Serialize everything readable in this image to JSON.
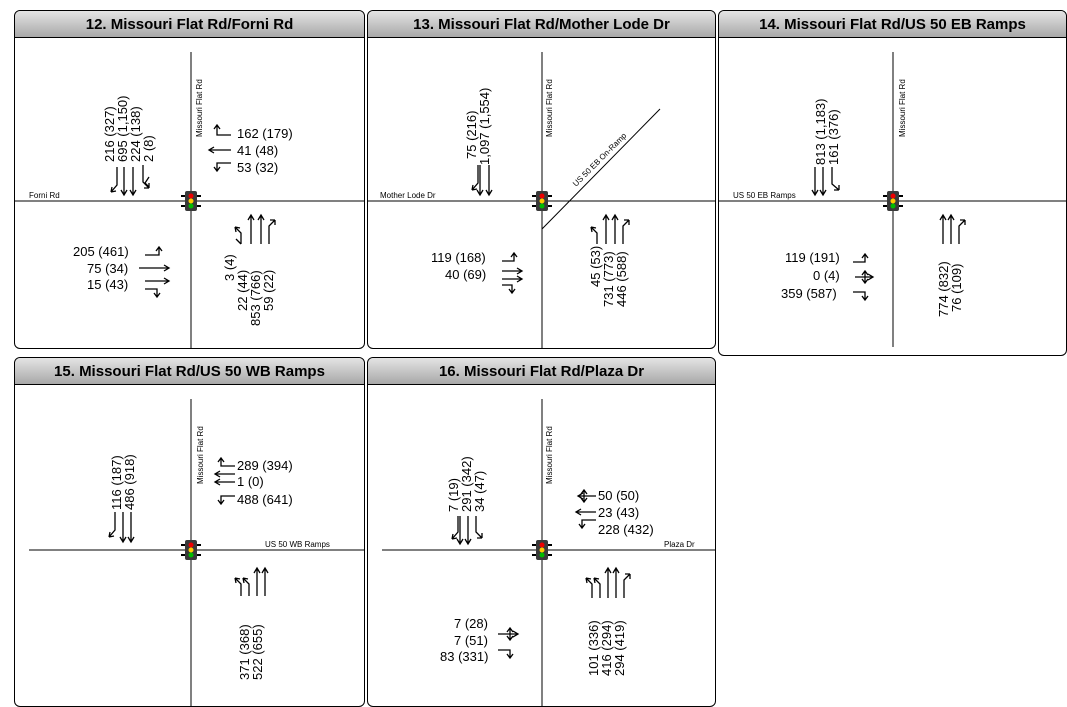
{
  "intersections": [
    {
      "title": "12. Missouri Flat Rd/Forni Rd",
      "ns_road": "Missouri Flat Rd",
      "ew_road": "Forni Rd",
      "sb": [
        "216 (327)",
        "695 (1,150)",
        "224 (138)",
        "2 (8)"
      ],
      "wb": [
        "162 (179)",
        "41 (48)",
        "53 (32)"
      ],
      "eb": [
        "205 (461)",
        "75 (34)",
        "15 (43)"
      ],
      "nb": [
        "3 (4)",
        "22 (44)",
        "853 (766)",
        "59 (22)"
      ]
    },
    {
      "title": "13. Missouri Flat Rd/Mother Lode Dr",
      "ns_road": "Missouri Flat Rd",
      "ew_road": "Mother Lode Dr",
      "ramp_road": "US 50 EB On-Ramp",
      "sb": [
        "75 (216)",
        "1,097 (1,554)"
      ],
      "eb": [
        "119 (168)",
        "40 (69)"
      ],
      "nb": [
        "45 (53)",
        "731 (773)",
        "446 (588)"
      ]
    },
    {
      "title": "14. Missouri Flat Rd/US 50 EB Ramps",
      "ns_road": "Missouri Flat Rd",
      "ew_road": "US 50 EB Ramps",
      "sb": [
        "813 (1,183)",
        "161 (376)"
      ],
      "eb": [
        "119 (191)",
        "0 (4)",
        "359 (587)"
      ],
      "nb": [
        "774 (832)",
        "76 (109)"
      ]
    },
    {
      "title": "15. Missouri Flat Rd/US 50 WB Ramps",
      "ns_road": "Missouri Flat Rd",
      "ew_road": "US 50 WB Ramps",
      "sb": [
        "116 (187)",
        "486 (918)"
      ],
      "wb": [
        "289 (394)",
        "1 (0)",
        "488 (641)"
      ],
      "nb": [
        "371 (368)",
        "522 (655)"
      ]
    },
    {
      "title": "16. Missouri Flat Rd/Plaza Dr",
      "ns_road": "Missouri Flat Rd",
      "ew_road": "Plaza Dr",
      "sb": [
        "7 (19)",
        "291 (342)",
        "34 (47)"
      ],
      "wb": [
        "50 (50)",
        "23 (43)",
        "228 (432)"
      ],
      "eb": [
        "7 (28)",
        "7 (51)",
        "83 (331)"
      ],
      "nb": [
        "101 (336)",
        "416 (294)",
        "294 (419)"
      ]
    }
  ]
}
